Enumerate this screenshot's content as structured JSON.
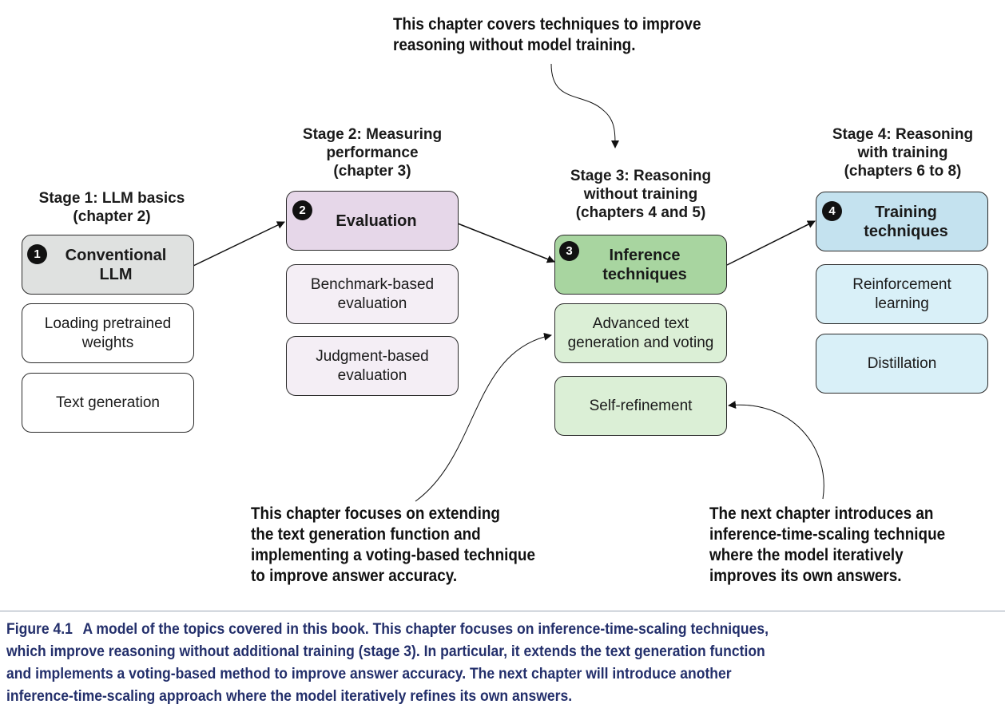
{
  "top_note": {
    "lines": [
      "This chapter covers techniques to improve",
      "reasoning without model training."
    ]
  },
  "stages": [
    {
      "heading_lines": [
        "Stage 1: LLM basics",
        "(chapter 2)"
      ],
      "number": "1",
      "main_lines": [
        "Conventional",
        "LLM"
      ],
      "color": "#dfe1e0",
      "sub_color": "#ffffff",
      "subs": [
        {
          "lines": [
            "Loading pretrained",
            "weights"
          ]
        },
        {
          "lines": [
            "Text generation"
          ]
        }
      ]
    },
    {
      "heading_lines": [
        "Stage 2: Measuring",
        "performance",
        "(chapter 3)"
      ],
      "number": "2",
      "main_lines": [
        "Evaluation"
      ],
      "color": "#e6d7e9",
      "sub_color": "#f4eef5",
      "subs": [
        {
          "lines": [
            "Benchmark-based",
            "evaluation"
          ]
        },
        {
          "lines": [
            "Judgment-based",
            "evaluation"
          ]
        }
      ]
    },
    {
      "heading_lines": [
        "Stage 3: Reasoning",
        "without training",
        "(chapters 4 and 5)"
      ],
      "number": "3",
      "main_lines": [
        "Inference",
        "techniques"
      ],
      "color": "#a8d5a0",
      "sub_color": "#dbefd6",
      "subs": [
        {
          "lines": [
            "Advanced text",
            "generation and voting"
          ]
        },
        {
          "lines": [
            "Self-refinement"
          ]
        }
      ]
    },
    {
      "heading_lines": [
        "Stage 4: Reasoning",
        "with training",
        "(chapters 6 to 8)"
      ],
      "number": "4",
      "main_lines": [
        "Training",
        "techniques"
      ],
      "color": "#c4e2ef",
      "sub_color": "#d9f0f8",
      "subs": [
        {
          "lines": [
            "Reinforcement",
            "learning"
          ]
        },
        {
          "lines": [
            "Distillation"
          ]
        }
      ]
    }
  ],
  "bottom_left_note": {
    "lines": [
      "This chapter focuses on extending",
      "the text generation function and",
      "implementing a voting-based technique",
      "to improve answer accuracy."
    ]
  },
  "bottom_right_note": {
    "lines": [
      "The next chapter introduces an",
      "inference-time-scaling technique",
      "where the model iteratively",
      "improves its own answers."
    ]
  },
  "caption": {
    "label": "Figure 4.1",
    "lines": [
      "A model of the topics covered in this book. This chapter focuses on inference-time-scaling techniques,",
      "which improve reasoning without additional training (stage 3). In particular, it extends the text generation function",
      "and implements a voting-based method to improve answer accuracy. The next chapter will introduce another",
      "inference-time-scaling approach where the model iteratively refines its own answers."
    ],
    "color": "#232f6b"
  }
}
